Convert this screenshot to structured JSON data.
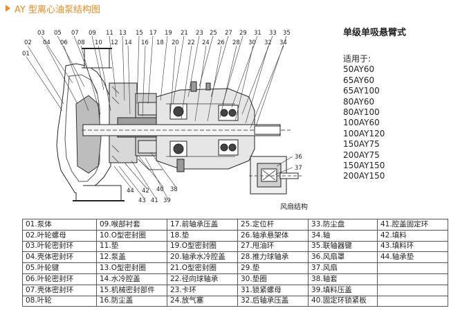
{
  "title": "AY 型离心油泵结构图",
  "callouts_top": [
    "03",
    "05",
    "07",
    "09",
    "11",
    "13",
    "15",
    "17",
    "19",
    "21",
    "23",
    "25",
    "27",
    "29",
    "31",
    "33",
    "35"
  ],
  "callouts_second": [
    "02",
    "04",
    "06",
    "08",
    "10",
    "12",
    "14",
    "16",
    "18",
    "20",
    "22",
    "24",
    "26",
    "28",
    "30",
    "32",
    "34"
  ],
  "callouts_left": [
    "01"
  ],
  "callouts_bottom": [
    "44",
    "42",
    "40",
    "38",
    "43",
    "41",
    "39"
  ],
  "callouts_right": [
    "36",
    "37"
  ],
  "pump_type": "单级单吸悬臂式",
  "applicable_label": "适用于:",
  "models": [
    "50AY60",
    "65AY60",
    "65AY100",
    "80AY60",
    "80AY100",
    "100AY60",
    "100AY120",
    "150AY75",
    "200AY75",
    "150AY150",
    "200AY150"
  ],
  "fan_label": "风扇结构",
  "parts_rows": [
    [
      "01.泵体",
      "09.喉部衬套",
      "17.前轴承压盖",
      "25.定位杆",
      "33.防尘盘",
      "41.腔盖固定环"
    ],
    [
      "02.叶轮螺母",
      "10.O型密封圈",
      "18.垫",
      "26.轴承悬架体",
      "34.轴",
      "42.填料"
    ],
    [
      "03.叶轮密封环",
      "11.垫",
      "19.O型密封圈",
      "27.甩油环",
      "35.联轴器键",
      "43.填料环"
    ],
    [
      "04.壳体密封环",
      "12.泵盖",
      "20.轴承水冷腔盖",
      "28.推力球轴承",
      "36.风扇罩",
      "44.轴承垫"
    ],
    [
      "05.叶轮键",
      "13.O型密封圈",
      "21.O型密封圈",
      "29.垫",
      "37.风扇",
      ""
    ],
    [
      "06.叶轮密封环",
      "14.水冷腔盖",
      "22.径向球轴承",
      "30.垫圈",
      "38.轴套",
      ""
    ],
    [
      "07.壳体密封环",
      "15.机械密封部件",
      "23.卡环",
      "31.锁紧螺母",
      "39.填料压盖",
      ""
    ],
    [
      "08.叶轮",
      "16.防尘盖",
      "24.放气塞",
      "32.后轴承压盖",
      "40.固定环锁紧板",
      ""
    ]
  ]
}
